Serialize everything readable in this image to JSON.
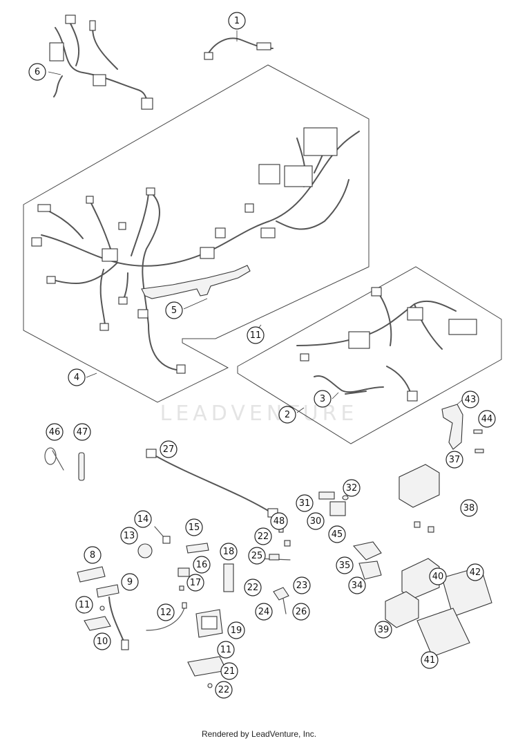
{
  "watermark": "LEADVENTURE",
  "footer": "Rendered by LeadVenture, Inc.",
  "callouts": [
    {
      "label": "1"
    },
    {
      "label": "6"
    },
    {
      "label": "5"
    },
    {
      "label": "11"
    },
    {
      "label": "4"
    },
    {
      "label": "3"
    },
    {
      "label": "2"
    },
    {
      "label": "43"
    },
    {
      "label": "44"
    },
    {
      "label": "46"
    },
    {
      "label": "47"
    },
    {
      "label": "27"
    },
    {
      "label": "37"
    },
    {
      "label": "38"
    },
    {
      "label": "31"
    },
    {
      "label": "32"
    },
    {
      "label": "30"
    },
    {
      "label": "48"
    },
    {
      "label": "22"
    },
    {
      "label": "45"
    },
    {
      "label": "25"
    },
    {
      "label": "14"
    },
    {
      "label": "13"
    },
    {
      "label": "15"
    },
    {
      "label": "16"
    },
    {
      "label": "17"
    },
    {
      "label": "18"
    },
    {
      "label": "22"
    },
    {
      "label": "23"
    },
    {
      "label": "24"
    },
    {
      "label": "26"
    },
    {
      "label": "35"
    },
    {
      "label": "34"
    },
    {
      "label": "40"
    },
    {
      "label": "42"
    },
    {
      "label": "8"
    },
    {
      "label": "9"
    },
    {
      "label": "11"
    },
    {
      "label": "10"
    },
    {
      "label": "12"
    },
    {
      "label": "19"
    },
    {
      "label": "11"
    },
    {
      "label": "21"
    },
    {
      "label": "22"
    },
    {
      "label": "39"
    },
    {
      "label": "41"
    }
  ]
}
